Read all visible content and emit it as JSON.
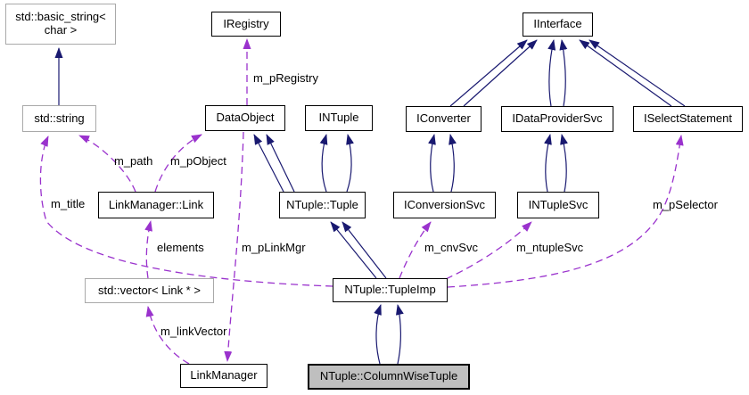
{
  "diagram": {
    "type": "class-collaboration-diagram",
    "focus_class": "NTuple::ColumnWiseTuple",
    "colors": {
      "inheritance_edge": "#191970",
      "usage_edge": "#9a32cd",
      "node_border": "#000000",
      "external_node_border": "#a9a9a9",
      "focus_node_fill": "#bfbfbf",
      "node_fill": "#ffffff",
      "text": "#000000"
    },
    "nodes": [
      {
        "label": "std::basic_string< char >",
        "line1": "std::basic_string<",
        "line2": "char >"
      },
      {
        "label": "IRegistry"
      },
      {
        "label": "IInterface"
      },
      {
        "label": "std::string"
      },
      {
        "label": "DataObject"
      },
      {
        "label": "INTuple"
      },
      {
        "label": "IConverter"
      },
      {
        "label": "IDataProviderSvc"
      },
      {
        "label": "ISelectStatement"
      },
      {
        "label": "LinkManager::Link"
      },
      {
        "label": "NTuple::Tuple"
      },
      {
        "label": "IConversionSvc"
      },
      {
        "label": "INTupleSvc"
      },
      {
        "label": "std::vector< Link * >"
      },
      {
        "label": "NTuple::TupleImp"
      },
      {
        "label": "LinkManager"
      },
      {
        "label": "NTuple::ColumnWiseTuple"
      }
    ],
    "edges": [
      {
        "from": "std::string",
        "to": "std::basic_string< char >",
        "type": "inheritance",
        "lines": 1
      },
      {
        "from": "NTuple::Tuple",
        "to": "DataObject",
        "type": "inheritance",
        "lines": 2
      },
      {
        "from": "NTuple::Tuple",
        "to": "INTuple",
        "type": "inheritance",
        "lines": 2
      },
      {
        "from": "IConverter",
        "to": "IInterface",
        "type": "inheritance",
        "lines": 2
      },
      {
        "from": "IDataProviderSvc",
        "to": "IInterface",
        "type": "inheritance",
        "lines": 2
      },
      {
        "from": "ISelectStatement",
        "to": "IInterface",
        "type": "inheritance",
        "lines": 2
      },
      {
        "from": "IConversionSvc",
        "to": "IConverter",
        "type": "inheritance",
        "lines": 2
      },
      {
        "from": "INTupleSvc",
        "to": "IDataProviderSvc",
        "type": "inheritance",
        "lines": 2
      },
      {
        "from": "NTuple::TupleImp",
        "to": "NTuple::Tuple",
        "type": "inheritance",
        "lines": 2
      },
      {
        "from": "NTuple::ColumnWiseTuple",
        "to": "NTuple::TupleImp",
        "type": "inheritance",
        "lines": 2
      },
      {
        "from": "DataObject",
        "to": "IRegistry",
        "type": "usage",
        "label": "m_pRegistry"
      },
      {
        "from": "LinkManager::Link",
        "to": "std::string",
        "type": "usage",
        "label": "m_path"
      },
      {
        "from": "LinkManager::Link",
        "to": "DataObject",
        "type": "usage",
        "label": "m_pObject"
      },
      {
        "from": "NTuple::TupleImp",
        "to": "std::string",
        "type": "usage",
        "label": "m_title"
      },
      {
        "from": "std::vector< Link * >",
        "to": "LinkManager::Link",
        "type": "usage",
        "label": "elements"
      },
      {
        "from": "DataObject",
        "to": "LinkManager",
        "type": "usage",
        "label": "m_pLinkMgr"
      },
      {
        "from": "LinkManager",
        "to": "std::vector< Link * >",
        "type": "usage",
        "label": "m_linkVector"
      },
      {
        "from": "NTuple::TupleImp",
        "to": "IConversionSvc",
        "type": "usage",
        "label": "m_cnvSvc"
      },
      {
        "from": "NTuple::TupleImp",
        "to": "INTupleSvc",
        "type": "usage",
        "label": "m_ntupleSvc"
      },
      {
        "from": "NTuple::TupleImp",
        "to": "ISelectStatement",
        "type": "usage",
        "label": "m_pSelector"
      }
    ]
  }
}
